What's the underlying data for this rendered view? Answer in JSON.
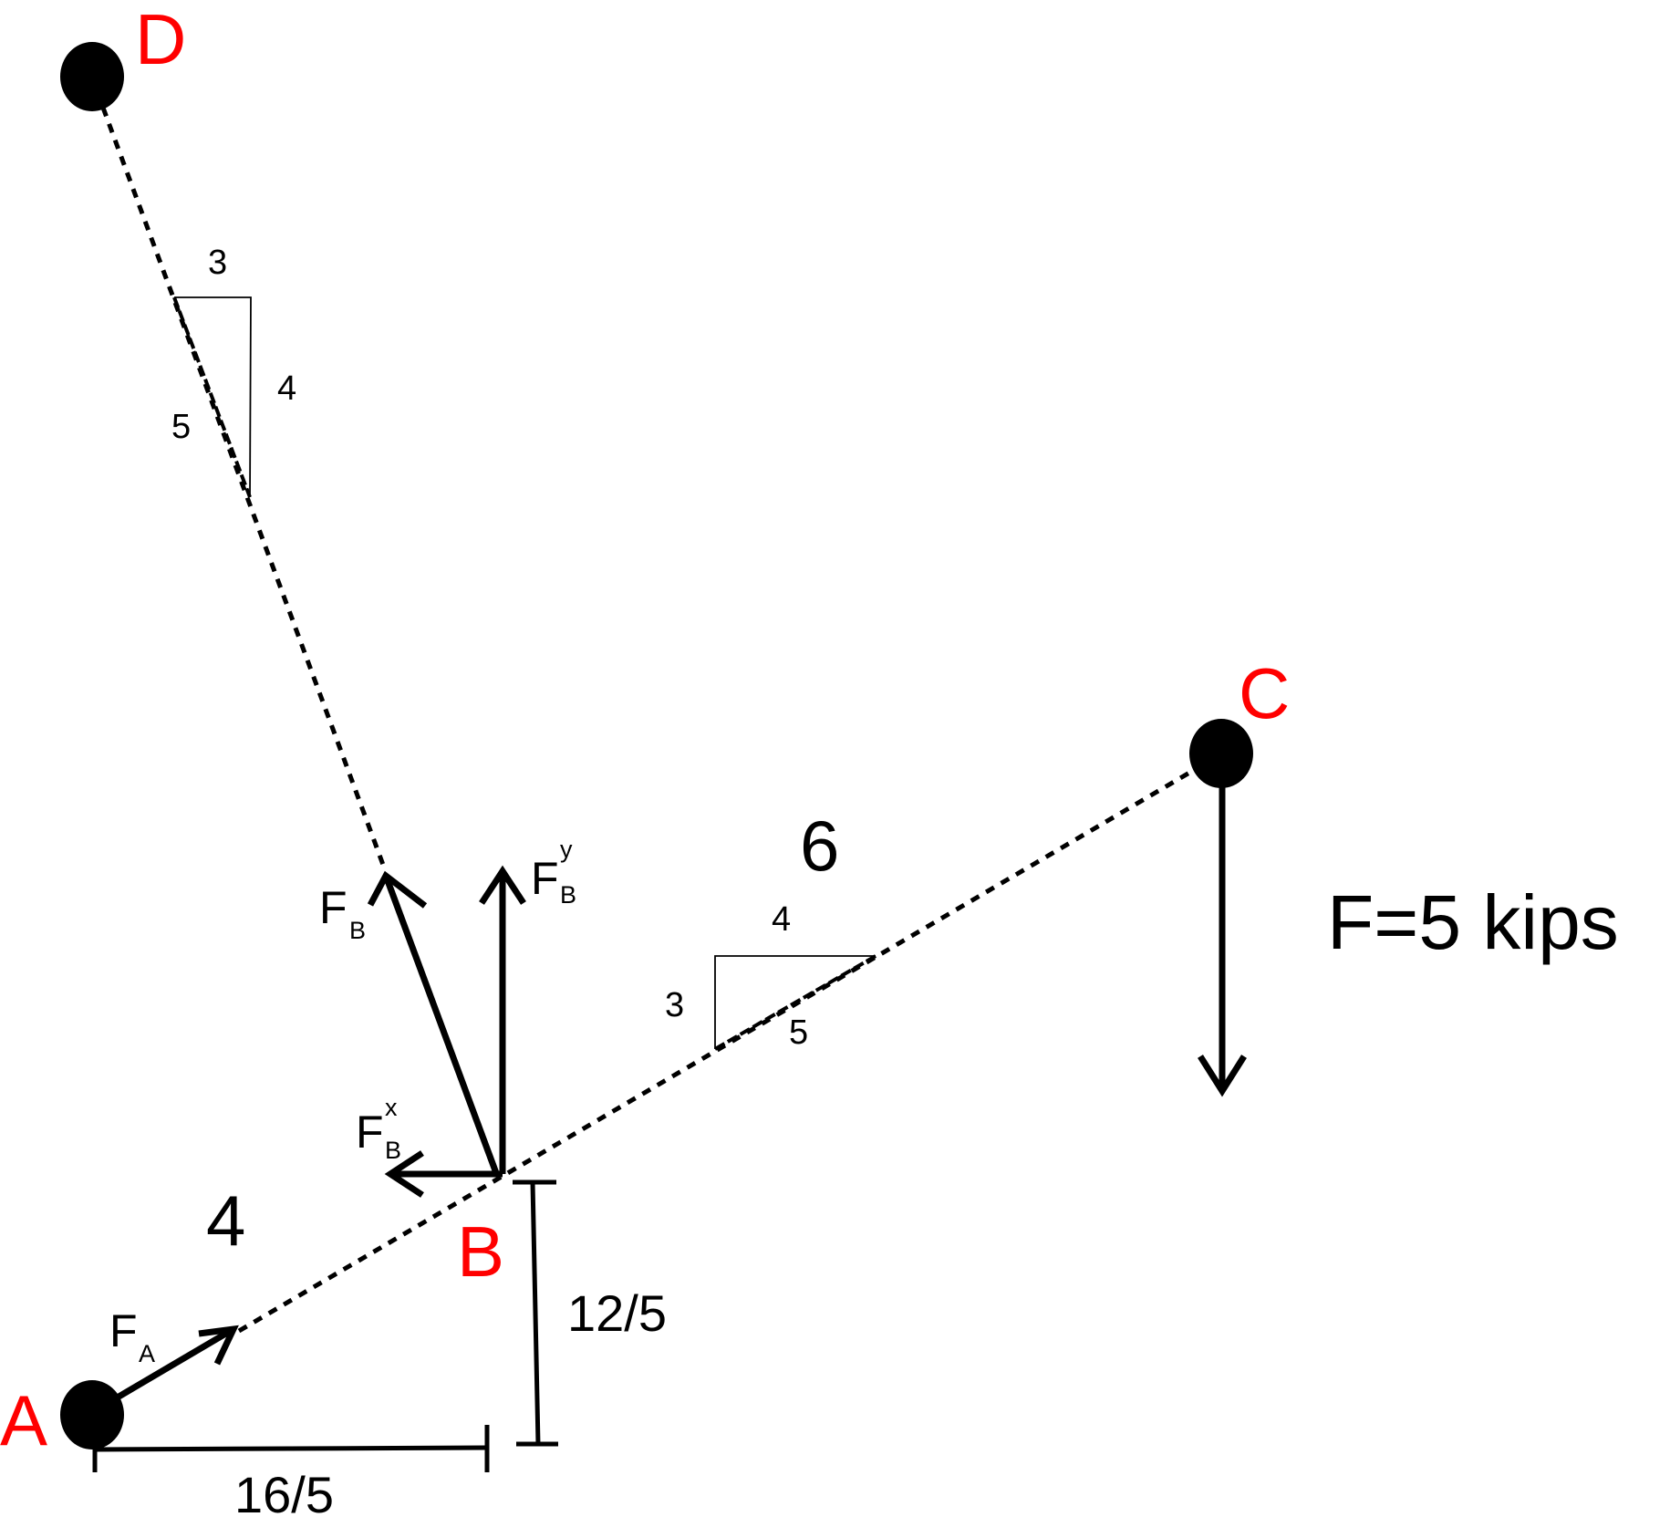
{
  "points": {
    "A": "A",
    "B": "B",
    "C": "C",
    "D": "D"
  },
  "members": {
    "AB_length": "4",
    "BC_length": "6"
  },
  "slope_triangles": {
    "BD": {
      "horizontal": "3",
      "vertical": "4",
      "hypotenuse": "5"
    },
    "BC": {
      "horizontal": "4",
      "vertical": "3",
      "hypotenuse": "5"
    }
  },
  "dimensions": {
    "horizontal": "16/5",
    "vertical": "12/5"
  },
  "forces": {
    "FA": {
      "main": "F",
      "sub": "A"
    },
    "FB": {
      "main": "F",
      "sub": "B"
    },
    "FBx": {
      "main": "F",
      "sub": "B",
      "sup": "x"
    },
    "FBy": {
      "main": "F",
      "sub": "B",
      "sup": "y"
    }
  },
  "load": "F=5 kips",
  "colors": {
    "point_label": "#ff0000",
    "ink": "#000000"
  }
}
